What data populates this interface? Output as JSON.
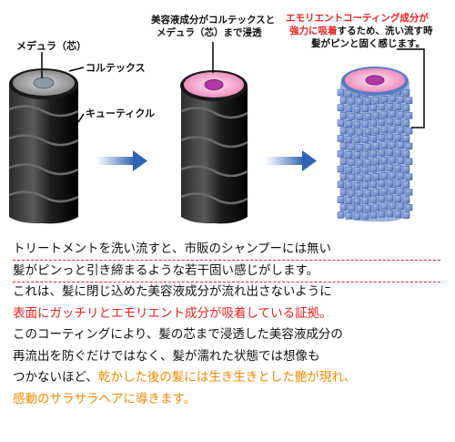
{
  "labels": {
    "medulla": "メデュラ（芯）",
    "cortex": "コルテックス",
    "cuticle": "キューティクル",
    "caption2_line1": "美容液成分がコルテックスと",
    "caption2_line2": "メデュラ（芯）まで浸透",
    "caption3_line1": "エモリエントコーティング成分が",
    "caption3_line2a": "強力に吸着",
    "caption3_line2b": "するため、洗い流す時",
    "caption3_line3": "髪がピンと固く感じます。"
  },
  "paragraph": {
    "line1": "トリートメントを洗い流すと、市販のシャンプーには無い",
    "line2": "髪がピンっと引き締まるような若干固い感じがします。",
    "line3": "これは、髪に閉じ込めた美容液成分が流れ出さないように",
    "line4": "表面にガッチリとエモリエント成分が吸着している証拠。",
    "line5": "このコーティングにより、髪の芯まで浸透した美容液成分の",
    "line6": "再流出を防ぐだけではなく、髪が濡れた状態では想像も",
    "line7a": "つかないほど、",
    "line7b": "乾かした後の髪には生き生きとした艶が現れ、",
    "line8": "感動のサラサラヘアに導きます。"
  },
  "colors": {
    "accent_red": "#e8231e",
    "accent_orange": "#f08a00",
    "arrow_blue": "#2f63b5",
    "pink_cortex": "#f4a9cf",
    "cube_blue": "#7f9fd6"
  }
}
